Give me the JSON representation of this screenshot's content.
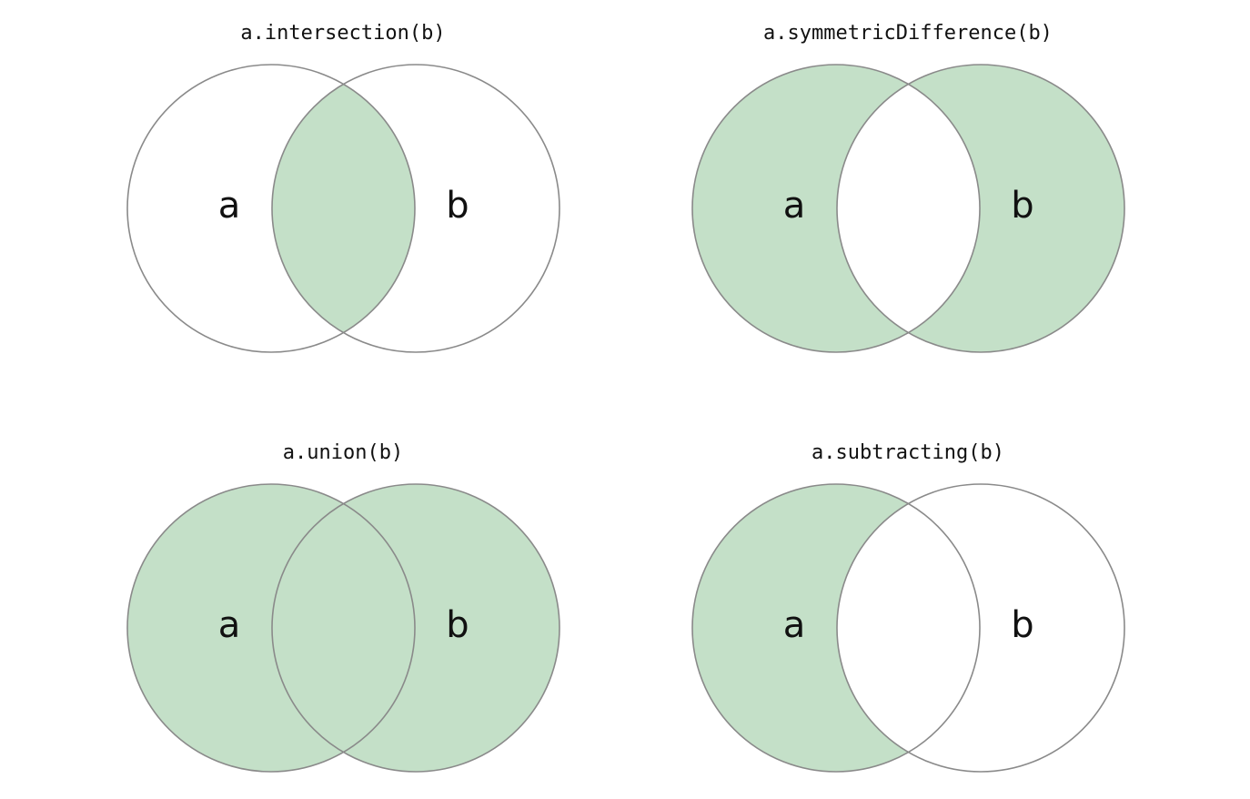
{
  "colors": {
    "fill": "#c4e0c8",
    "outline": "#8a8a8a",
    "background": "#ffffff",
    "text": "#111111"
  },
  "diagrams": [
    {
      "id": "intersection",
      "title": "a.intersection(b)",
      "shaded_regions": [
        "a_and_b"
      ],
      "label_a": "a",
      "label_b": "b"
    },
    {
      "id": "symmetric-difference",
      "title": "a.symmetricDifference(b)",
      "shaded_regions": [
        "a_only",
        "b_only"
      ],
      "label_a": "a",
      "label_b": "b"
    },
    {
      "id": "union",
      "title": "a.union(b)",
      "shaded_regions": [
        "a_only",
        "a_and_b",
        "b_only"
      ],
      "label_a": "a",
      "label_b": "b"
    },
    {
      "id": "subtracting",
      "title": "a.subtracting(b)",
      "shaded_regions": [
        "a_only"
      ],
      "label_a": "a",
      "label_b": "b"
    }
  ]
}
